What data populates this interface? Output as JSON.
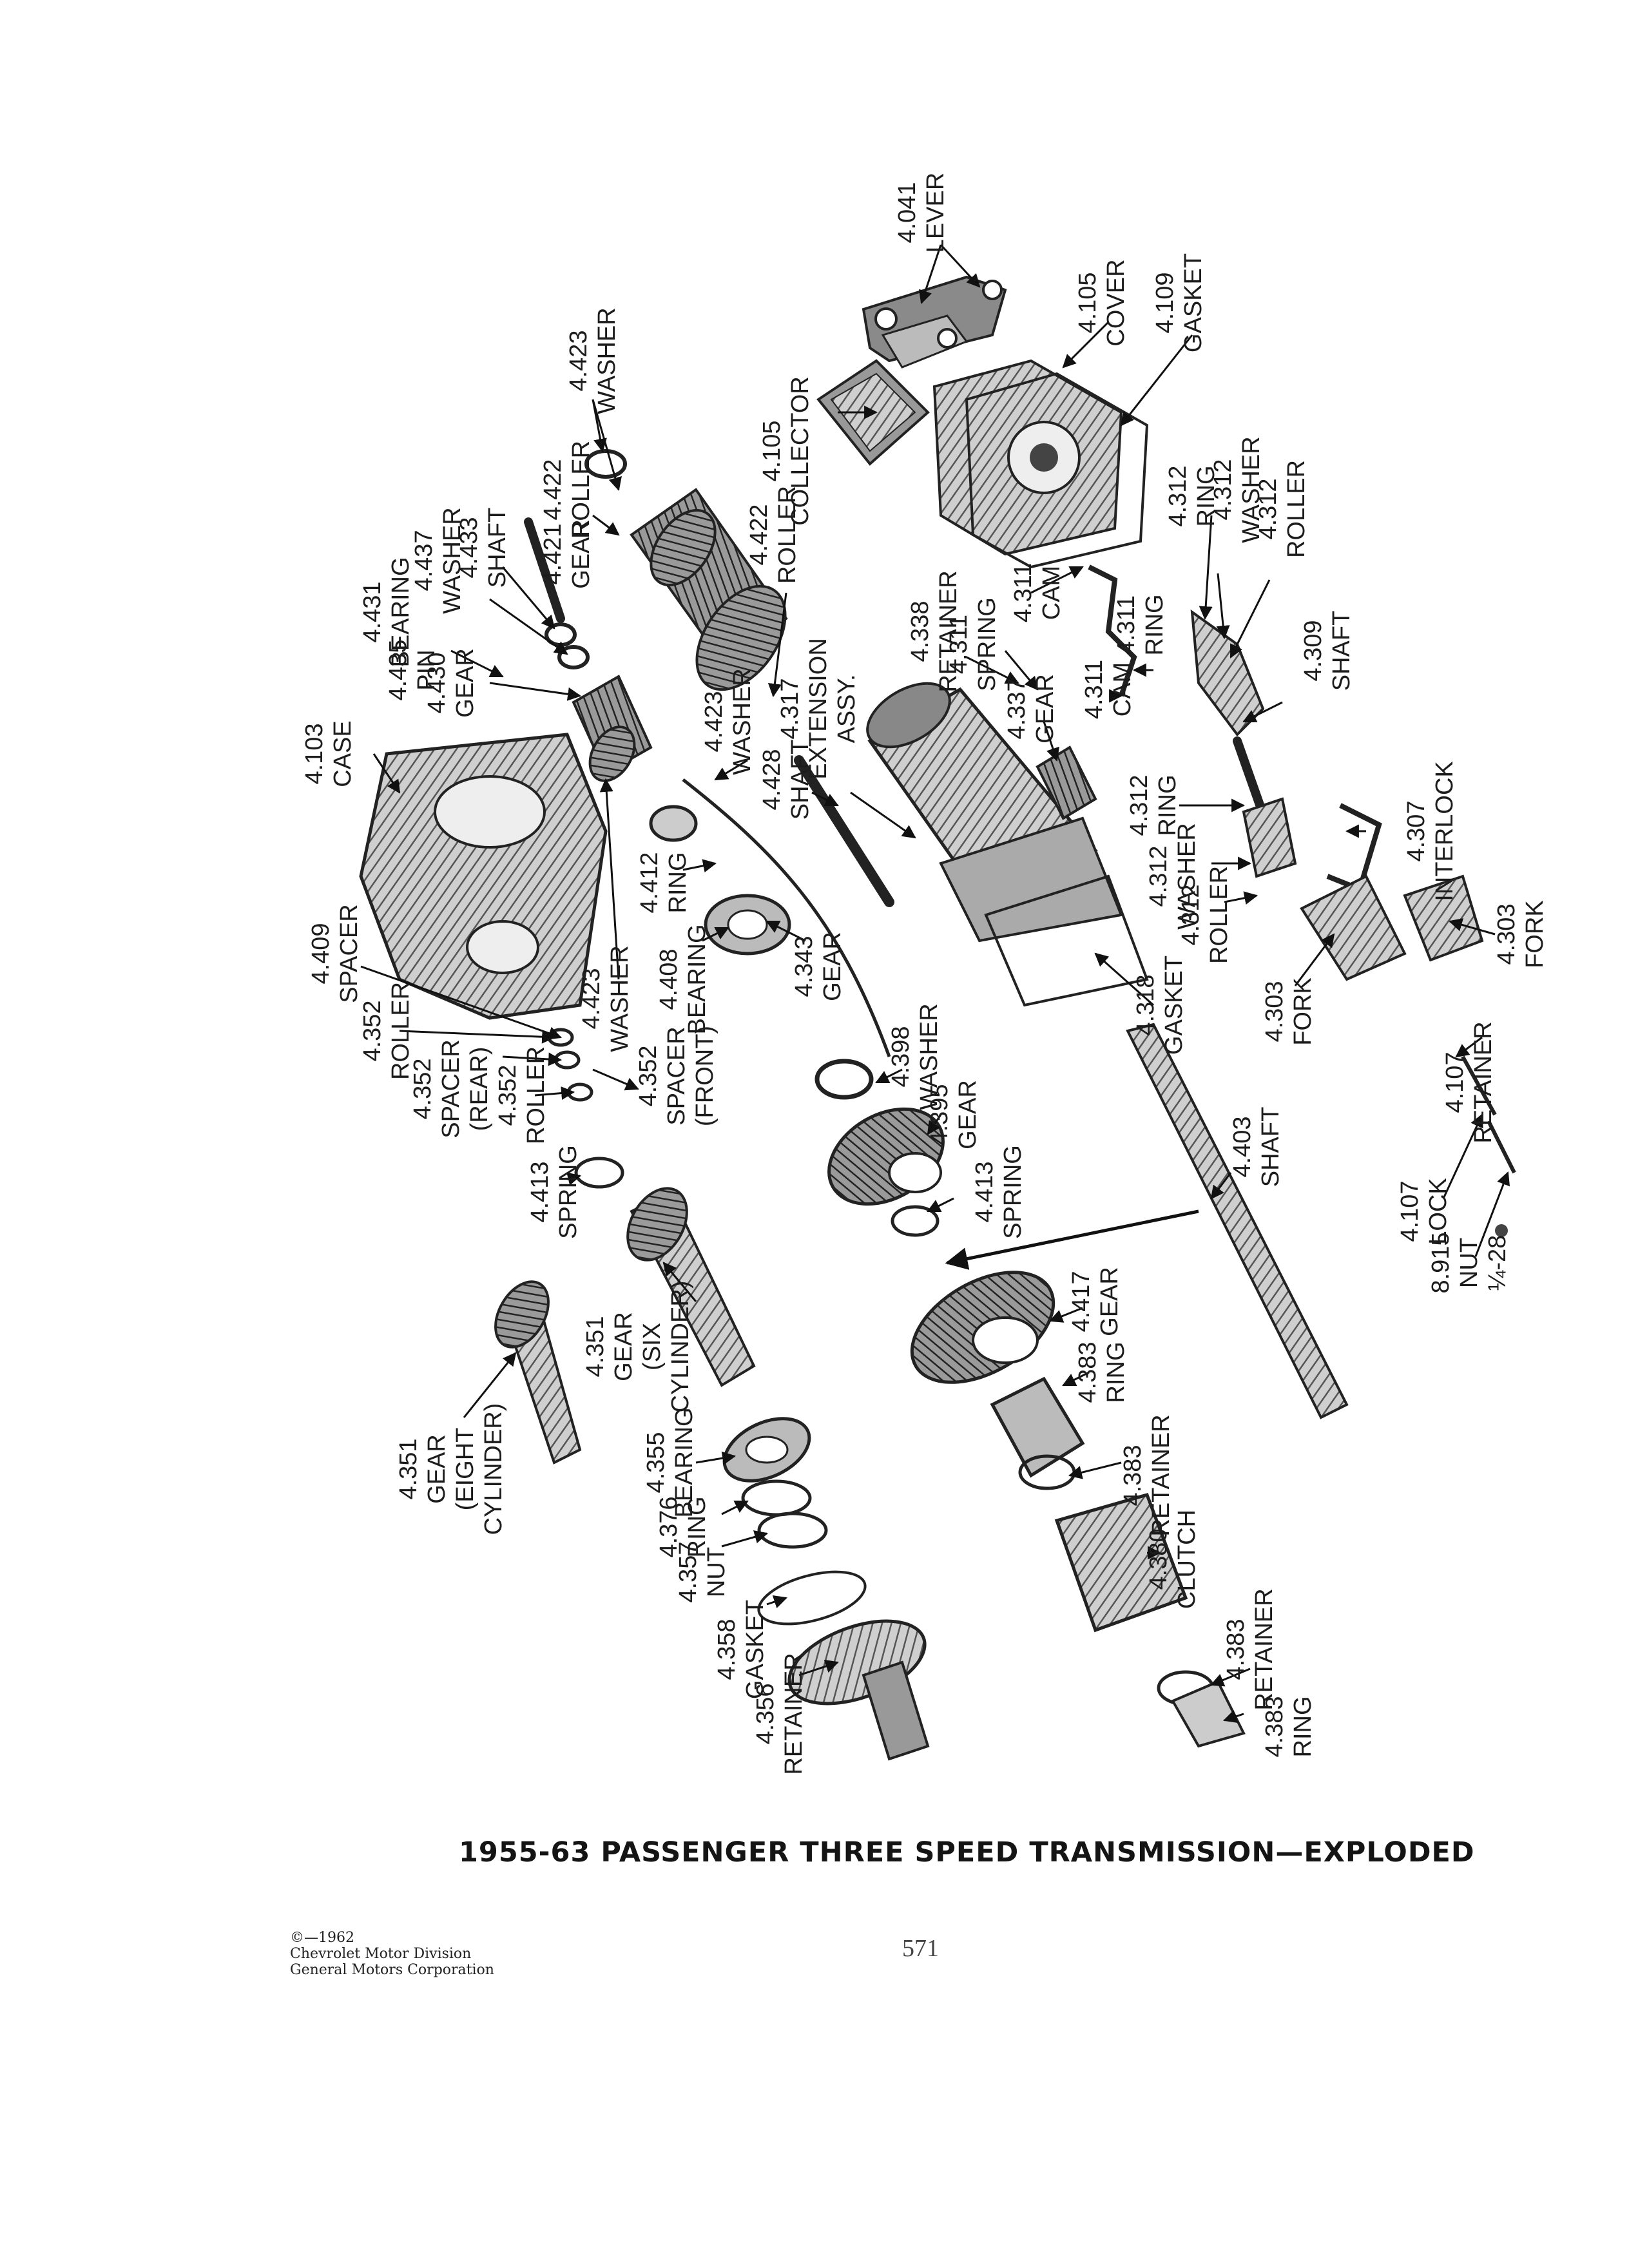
{
  "caption": "1955-63 PASSENGER THREE SPEED TRANSMISSION—EXPLODED",
  "copyright": [
    "©—1962",
    "Chevrolet Motor Division",
    "General Motors Corporation"
  ],
  "page_number": "571",
  "labels": [
    {
      "id": "l4041",
      "lines": [
        "4.041",
        "LEVER"
      ]
    },
    {
      "id": "l4105c",
      "lines": [
        "4.105",
        "COVER"
      ]
    },
    {
      "id": "l4109",
      "lines": [
        "4.109",
        "GASKET"
      ]
    },
    {
      "id": "l4423a",
      "lines": [
        "4.423",
        "WASHER"
      ]
    },
    {
      "id": "l4105col",
      "lines": [
        "4.105",
        "COLLECTOR"
      ]
    },
    {
      "id": "l4422a",
      "lines": [
        "4.422",
        "ROLLER"
      ]
    },
    {
      "id": "l4421",
      "lines": [
        "4.421",
        "GEAR"
      ]
    },
    {
      "id": "l4422b",
      "lines": [
        "4.422",
        "ROLLER"
      ]
    },
    {
      "id": "l4312r",
      "lines": [
        "4.312",
        "RING"
      ]
    },
    {
      "id": "l4312w",
      "lines": [
        "4.312",
        "WASHER"
      ]
    },
    {
      "id": "l4312rl",
      "lines": [
        "4.312",
        "ROLLER"
      ]
    },
    {
      "id": "l4433",
      "lines": [
        "4.433",
        "SHAFT"
      ]
    },
    {
      "id": "l4437",
      "lines": [
        "4.437",
        "WASHER"
      ]
    },
    {
      "id": "l4431",
      "lines": [
        "4.431",
        "BEARING"
      ]
    },
    {
      "id": "l4435",
      "lines": [
        "4.435",
        "PIN"
      ]
    },
    {
      "id": "l4430",
      "lines": [
        "4.430",
        "GEAR"
      ]
    },
    {
      "id": "l4338",
      "lines": [
        "4.338",
        "RETAINER"
      ]
    },
    {
      "id": "l4311s",
      "lines": [
        "4.311",
        "SPRING"
      ]
    },
    {
      "id": "l4311c",
      "lines": [
        "4.311",
        "CAM"
      ]
    },
    {
      "id": "l4311r",
      "lines": [
        "4.311",
        "RING"
      ]
    },
    {
      "id": "l4309",
      "lines": [
        "4.309",
        "SHAFT"
      ]
    },
    {
      "id": "l4317",
      "lines": [
        "4.317",
        "EXTENSION",
        "ASSY."
      ]
    },
    {
      "id": "l4337",
      "lines": [
        "4.337",
        "GEAR"
      ]
    },
    {
      "id": "l4311c2",
      "lines": [
        "4.311",
        "CAM"
      ]
    },
    {
      "id": "l4103",
      "lines": [
        "4.103",
        "CASE"
      ]
    },
    {
      "id": "l4423b",
      "lines": [
        "4.423",
        "WASHER"
      ]
    },
    {
      "id": "l4428",
      "lines": [
        "4.428",
        "SHAFT"
      ]
    },
    {
      "id": "l4312r2",
      "lines": [
        "4.312",
        "RING"
      ]
    },
    {
      "id": "l4307",
      "lines": [
        "4.307",
        "INTERLOCK"
      ]
    },
    {
      "id": "l4412",
      "lines": [
        "4.412",
        "RING"
      ]
    },
    {
      "id": "l4312w2",
      "lines": [
        "4.312",
        "WASHER"
      ]
    },
    {
      "id": "l4312rl2",
      "lines": [
        "4.312",
        "ROLLER"
      ]
    },
    {
      "id": "l4409",
      "lines": [
        "4.409",
        "SPACER"
      ]
    },
    {
      "id": "l4343",
      "lines": [
        "4.343",
        "GEAR"
      ]
    },
    {
      "id": "l4408",
      "lines": [
        "4.408",
        "BEARING"
      ]
    },
    {
      "id": "l4423c",
      "lines": [
        "4.423",
        "WASHER"
      ]
    },
    {
      "id": "l4318",
      "lines": [
        "4.318",
        "GASKET"
      ]
    },
    {
      "id": "l4303a",
      "lines": [
        "4.303",
        "FORK"
      ]
    },
    {
      "id": "l4303b",
      "lines": [
        "4.303",
        "FORK"
      ]
    },
    {
      "id": "l4352a",
      "lines": [
        "4.352",
        "ROLLER"
      ]
    },
    {
      "id": "l4352b",
      "lines": [
        "4.352",
        "SPACER",
        "(REAR)"
      ]
    },
    {
      "id": "l4352c",
      "lines": [
        "4.352",
        "ROLLER"
      ]
    },
    {
      "id": "l4352d",
      "lines": [
        "4.352",
        "SPACER",
        "(FRONT)"
      ]
    },
    {
      "id": "l4398",
      "lines": [
        "4.398",
        "WASHER"
      ]
    },
    {
      "id": "l4395",
      "lines": [
        "4.395",
        "GEAR"
      ]
    },
    {
      "id": "l4107r",
      "lines": [
        "4.107",
        "RETAINER"
      ]
    },
    {
      "id": "l4413a",
      "lines": [
        "4.413",
        "SPRING"
      ]
    },
    {
      "id": "l4413b",
      "lines": [
        "4.413",
        "SPRING"
      ]
    },
    {
      "id": "l4403",
      "lines": [
        "4.403",
        "SHAFT"
      ]
    },
    {
      "id": "l4107l",
      "lines": [
        "4.107",
        "LOCK"
      ]
    },
    {
      "id": "l8915",
      "lines": [
        "8.915",
        "NUT",
        "¼-28"
      ]
    },
    {
      "id": "l4351a",
      "lines": [
        "4.351",
        "GEAR",
        "(SIX",
        "CYLINDER)"
      ]
    },
    {
      "id": "l4417",
      "lines": [
        "4.417",
        "GEAR"
      ]
    },
    {
      "id": "l4383a",
      "lines": [
        "4.383",
        "RING"
      ]
    },
    {
      "id": "l4351b",
      "lines": [
        "4.351",
        "GEAR",
        "(EIGHT",
        "CYLINDER)"
      ]
    },
    {
      "id": "l4355",
      "lines": [
        "4.355",
        "BEARING"
      ]
    },
    {
      "id": "l4383b",
      "lines": [
        "4.383",
        "RETAINER"
      ]
    },
    {
      "id": "l4376",
      "lines": [
        "4.376",
        "RING"
      ]
    },
    {
      "id": "l4380",
      "lines": [
        "4.380",
        "CLUTCH"
      ]
    },
    {
      "id": "l4357",
      "lines": [
        "4.357",
        "NUT"
      ]
    },
    {
      "id": "l4358",
      "lines": [
        "4.358",
        "GASKET"
      ]
    },
    {
      "id": "l4383c",
      "lines": [
        "4.383",
        "RETAINER"
      ]
    },
    {
      "id": "l4356",
      "lines": [
        "4.356",
        "RETAINER"
      ]
    },
    {
      "id": "l4383d",
      "lines": [
        "4.383",
        "RING"
      ]
    }
  ]
}
